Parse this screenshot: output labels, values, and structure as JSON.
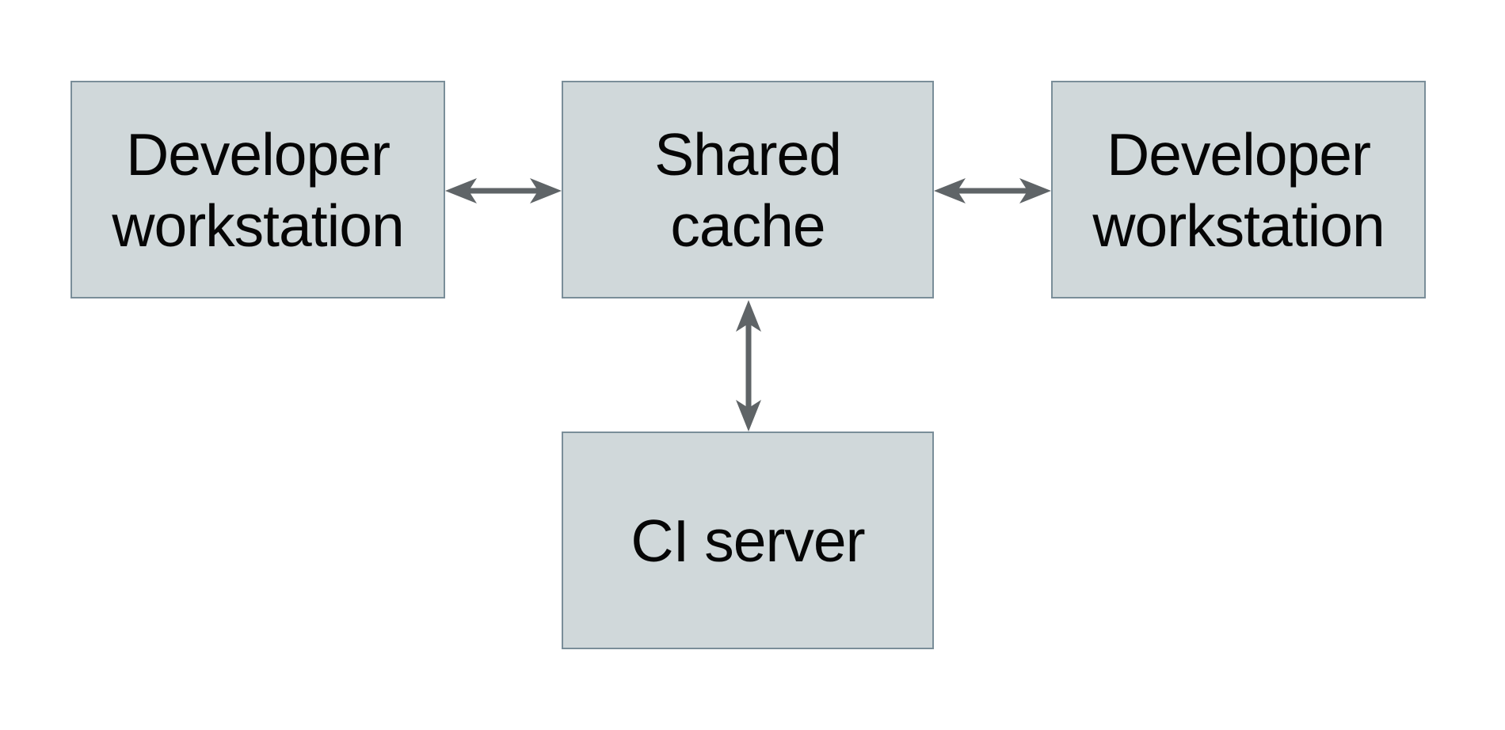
{
  "colors": {
    "background": "#ffffff",
    "node_fill": "#d0d8da",
    "node_border": "#7a8e99",
    "arrow": "#5f6467",
    "text": "#060606"
  },
  "nodes": {
    "dev_left": {
      "label": "Developer\nworkstation"
    },
    "shared_cache": {
      "label": "Shared\ncache"
    },
    "dev_right": {
      "label": "Developer\nworkstation"
    },
    "ci_server": {
      "label": "CI server"
    }
  },
  "edges": [
    {
      "from": "Developer workstation (left)",
      "to": "Shared cache",
      "direction": "bidirectional"
    },
    {
      "from": "Shared cache",
      "to": "Developer workstation (right)",
      "direction": "bidirectional"
    },
    {
      "from": "Shared cache",
      "to": "CI server",
      "direction": "bidirectional"
    }
  ]
}
